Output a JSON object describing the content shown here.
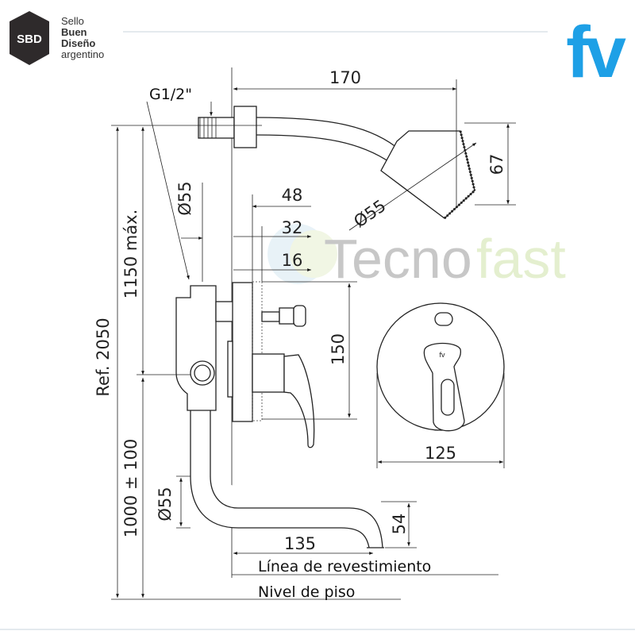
{
  "logos": {
    "sbd": {
      "badge": "SBD",
      "line1": "Sello",
      "line2": "Buen",
      "line3": "Diseño",
      "line4": "argentino"
    },
    "fv": {
      "text": "fv",
      "color": "#1ea0e6"
    },
    "watermark": {
      "part1": "Tecno",
      "part2": "fast"
    }
  },
  "dimensions": {
    "thread": "G1/2\"",
    "arm_length": "170",
    "head_height": "67",
    "head_diameter": "Ø55",
    "arm_diameter": "Ø55",
    "d48": "48",
    "d32": "32",
    "d16": "16",
    "valve_height": "150",
    "plate_diameter": "125",
    "ref_height": "Ref. 2050",
    "shower_height": "1150 máx.",
    "valve_floor_height": "1000 ± 100",
    "spout_diameter": "Ø55",
    "spout_length": "135",
    "spout_drop": "54"
  },
  "labels": {
    "wall_line": "Línea de revestimiento",
    "floor_level": "Nivel de piso"
  }
}
